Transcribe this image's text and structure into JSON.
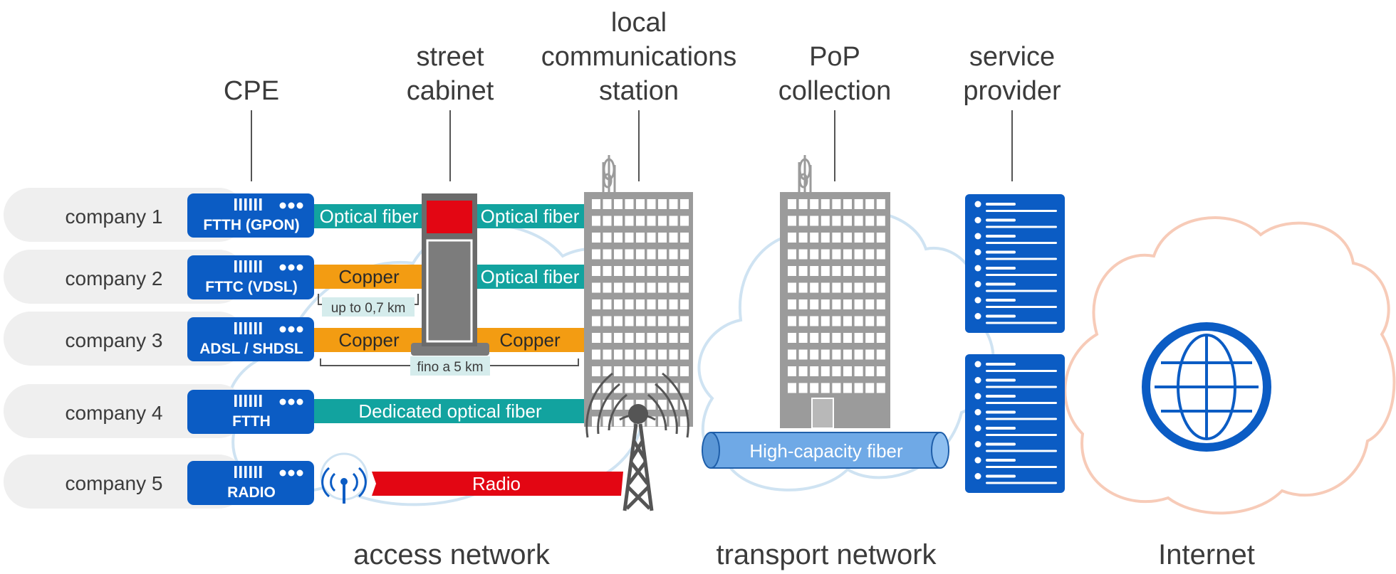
{
  "headers": {
    "cpe": "CPE",
    "street_cabinet": [
      "street",
      "cabinet"
    ],
    "local_station": [
      "local",
      "communications",
      "station"
    ],
    "pop": [
      "PoP",
      "collection"
    ],
    "service_provider": [
      "service",
      "provider"
    ]
  },
  "companies": [
    {
      "name": "company 1",
      "device": "FTTH (GPON)"
    },
    {
      "name": "company 2",
      "device": "FTTC (VDSL)"
    },
    {
      "name": "company 3",
      "device": "ADSL / SHDSL"
    },
    {
      "name": "company 4",
      "device": "FTTH"
    },
    {
      "name": "company 5",
      "device": "RADIO"
    }
  ],
  "links": {
    "c1_left": "Optical fiber",
    "c1_right": "Optical fiber",
    "c2_left": "Copper",
    "c2_right": "Optical fiber",
    "c3_left": "Copper",
    "c3_right": "Copper",
    "c4": "Dedicated optical fiber",
    "c5": "Radio",
    "high_capacity": "High-capacity fiber"
  },
  "distances": {
    "short": "up to 0,7 km",
    "long": "fino a 5 km"
  },
  "footer": {
    "access": "access network",
    "transport": "transport network",
    "internet": "Internet"
  },
  "colors": {
    "device_blue": "#0b5cc4",
    "teal": "#12a39f",
    "orange": "#f39c12",
    "red": "#e30613",
    "gray": "#9b9b9b",
    "dark_gray": "#6b6b6b",
    "light_blue": "#6fa9e6"
  },
  "icons": [
    "antenna-icon",
    "radio-tower-icon",
    "radio-wave-icon",
    "server-icon",
    "globe-icon",
    "building-icon",
    "street-cabinet-icon",
    "fiber-tube-icon"
  ]
}
